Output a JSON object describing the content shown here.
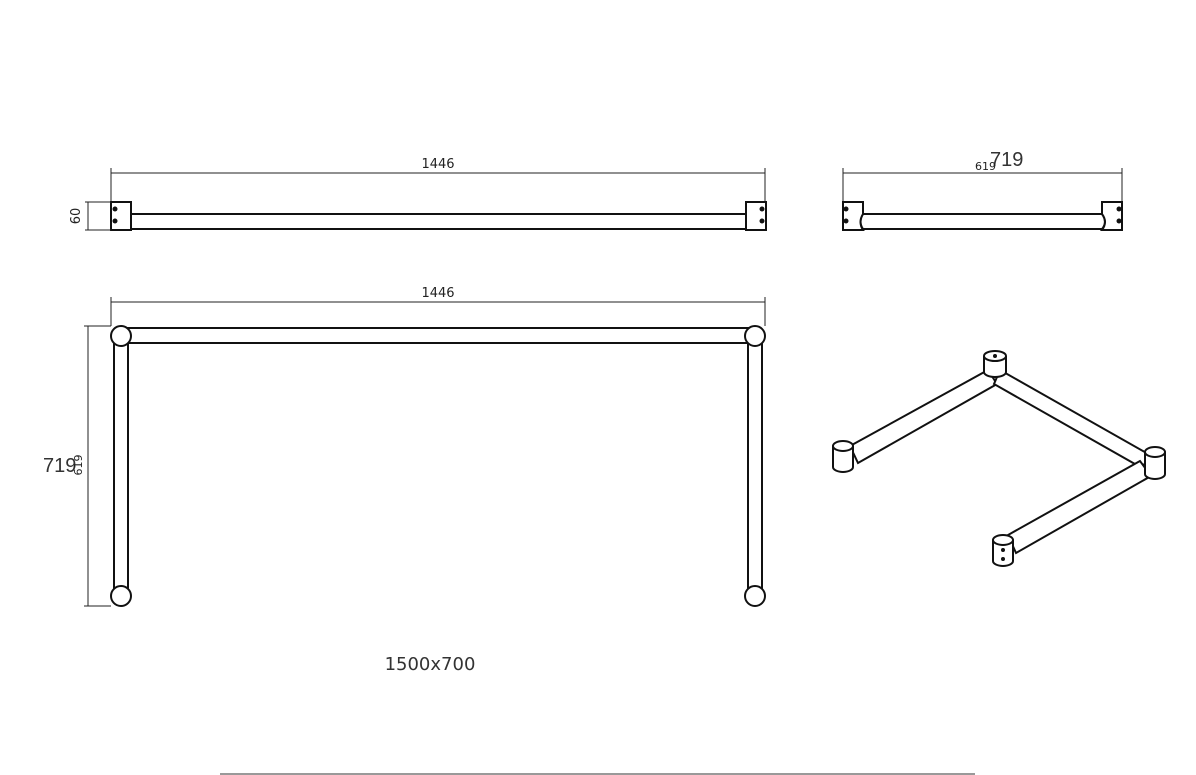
{
  "front_view": {
    "length_label": "1446",
    "height_label": "60"
  },
  "side_view": {
    "width_label": "719",
    "inner_label": "619"
  },
  "plan_view": {
    "length_label": "1446",
    "depth_label": "719",
    "inner_label": "619"
  },
  "caption": "1500x700",
  "colors": {
    "line": "#111111",
    "background": "#ffffff"
  }
}
